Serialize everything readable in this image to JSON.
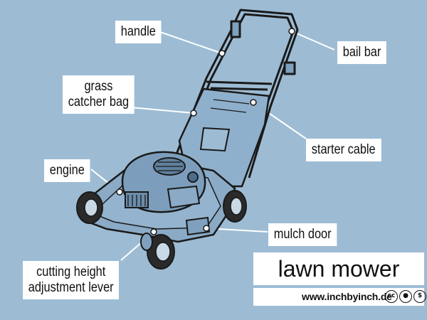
{
  "title": "lawn mower",
  "credit": "www.inchbyinch.de",
  "license_icons": [
    "cc-icon",
    "by-icon",
    "nc-icon"
  ],
  "labels": {
    "handle": "handle",
    "bail_bar": "bail bar",
    "grass_catcher_bag": [
      "grass",
      "catcher bag"
    ],
    "starter_cable": "starter cable",
    "engine": "engine",
    "mulch_door": "mulch door",
    "cutting_height_lever": [
      "cutting height",
      "adjustment lever"
    ]
  },
  "colors": {
    "background": "#9dbcd4",
    "mower_body": "#8aaac6",
    "outline": "#1a1a1a",
    "label_bg": "#ffffff"
  }
}
